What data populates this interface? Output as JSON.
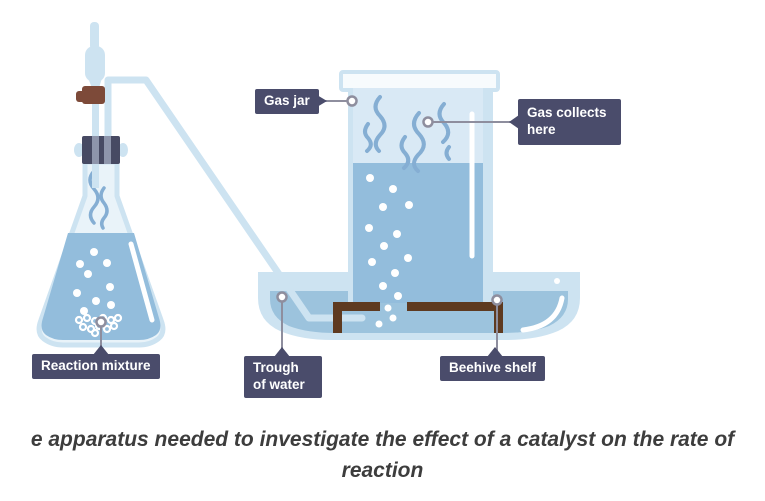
{
  "diagram": {
    "labels": {
      "gas_jar": "Gas jar",
      "gas_collects_here": "Gas collects here",
      "reaction_mixture": "Reaction mixture",
      "trough_of_water": "Trough of water",
      "beehive_shelf": "Beehive shelf"
    },
    "caption_line1": "e apparatus needed to investigate the effect of a catalyst on the rate of",
    "caption_line2": "reaction"
  },
  "colors": {
    "label_bg": "#4a4c6b",
    "label_text": "#ffffff",
    "glass": "#cde3f1",
    "glass_fill": "#e9f3f9",
    "gas_space": "#d9e9f5",
    "liquid": "#93bddc",
    "trough_water": "#9cc3dd",
    "wisp": "#85aed3",
    "bubble": "#ffffff",
    "clip_brown": "#7d4a39",
    "shelf_brown": "#5e3a20",
    "bung_dark": "#474a63",
    "bung_light": "#8e95ab",
    "connector": "#8e8e9e",
    "caption_text": "#3d3d3d"
  }
}
